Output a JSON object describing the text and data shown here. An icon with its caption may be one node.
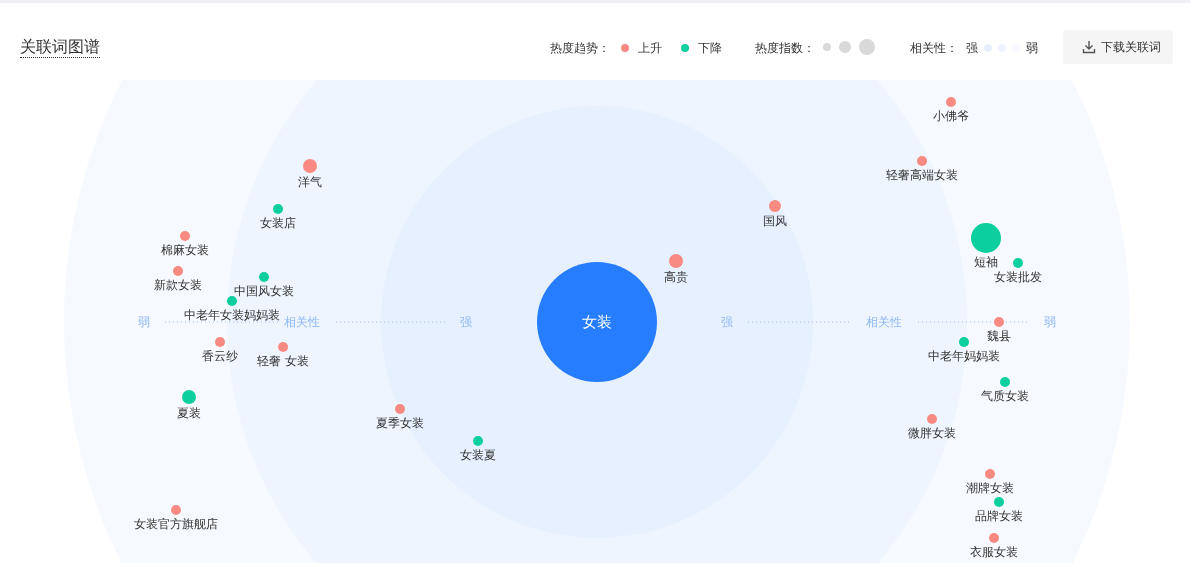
{
  "diagram": {
    "title": "关联词图谱",
    "nodes": [
      {
        "text": [
          "女装"
        ]
      },
      {
        "text": [
          "小佛爷"
        ]
      },
      {
        "text": [
          "洋气"
        ]
      },
      {
        "text": [
          "轻奢高端女装"
        ]
      },
      {
        "text": [
          "国风"
        ]
      },
      {
        "text": [
          "女装店"
        ]
      },
      {
        "text": [
          "短袖"
        ]
      },
      {
        "text": [
          "棉麻女装"
        ]
      },
      {
        "text": [
          "高贵"
        ]
      },
      {
        "text": [
          "女装批发"
        ]
      },
      {
        "text": [
          "新款女装"
        ]
      },
      {
        "text": [
          "中国风女装"
        ]
      },
      {
        "text": [
          "中老年女装妈妈装"
        ]
      },
      {
        "text": [
          "魏县"
        ]
      },
      {
        "text": [
          "中老年妈妈装"
        ]
      },
      {
        "text": [
          "香云纱"
        ]
      },
      {
        "text": [
          "轻奢 女装"
        ]
      },
      {
        "text": [
          "气质女装"
        ]
      },
      {
        "text": [
          "夏装"
        ]
      },
      {
        "text": [
          "夏季女装"
        ]
      },
      {
        "text": [
          "微胖女装"
        ]
      },
      {
        "text": [
          "女装夏"
        ]
      },
      {
        "text": [
          "潮牌女装"
        ]
      },
      {
        "text": [
          "品牌女装"
        ]
      },
      {
        "text": [
          "女装官方旗舰店"
        ]
      },
      {
        "text": [
          "衣服女装"
        ]
      }
    ],
    "labels": [
      "热度趋势：",
      "热度指数：",
      "相关性：",
      "强",
      "弱",
      "下载关联词",
      "弱",
      "相关性",
      "强",
      "强",
      "相关性",
      "弱"
    ],
    "legend": [
      {
        "text": "上升",
        "color": "#f98a82"
      },
      {
        "text": "下降",
        "color": "#0bcf9f"
      }
    ]
  }
}
